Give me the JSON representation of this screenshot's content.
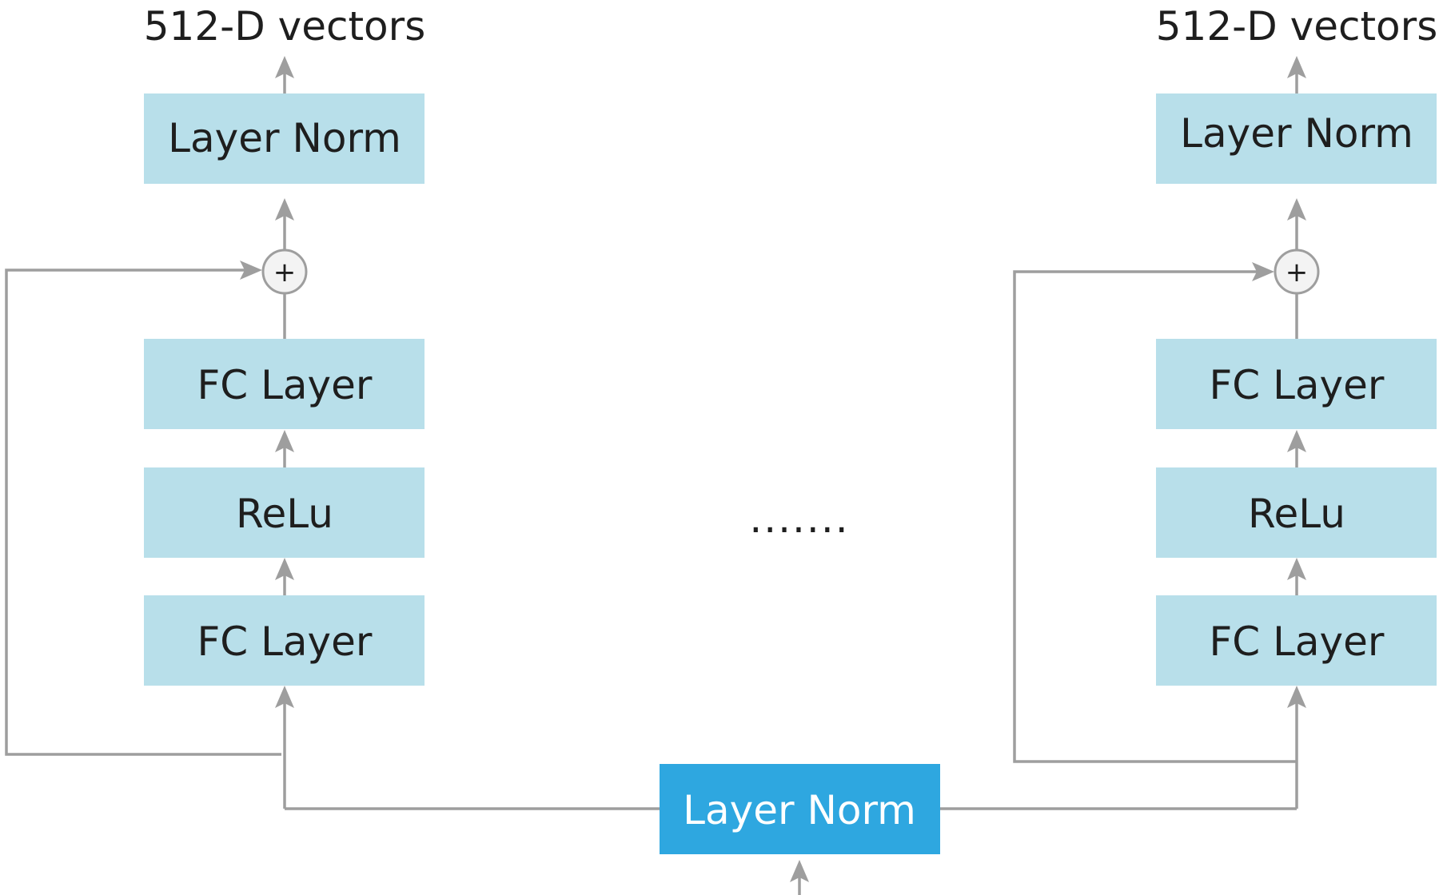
{
  "diagram": {
    "left_branch": {
      "output_label": "512-D vectors",
      "layer_norm": "Layer Norm",
      "adder": "+",
      "fc_top": "FC Layer",
      "relu": "ReLu",
      "fc_bottom": "FC Layer"
    },
    "right_branch": {
      "output_label": "512-D vectors",
      "layer_norm": "Layer Norm",
      "adder": "+",
      "fc_top": "FC Layer",
      "relu": "ReLu",
      "fc_bottom": "FC Layer"
    },
    "ellipsis": ".......",
    "input_layer_norm": "Layer Norm",
    "colors": {
      "block_fill": "#b8dfea",
      "input_block_fill": "#2ea7e0",
      "connector": "#9e9e9e"
    }
  }
}
